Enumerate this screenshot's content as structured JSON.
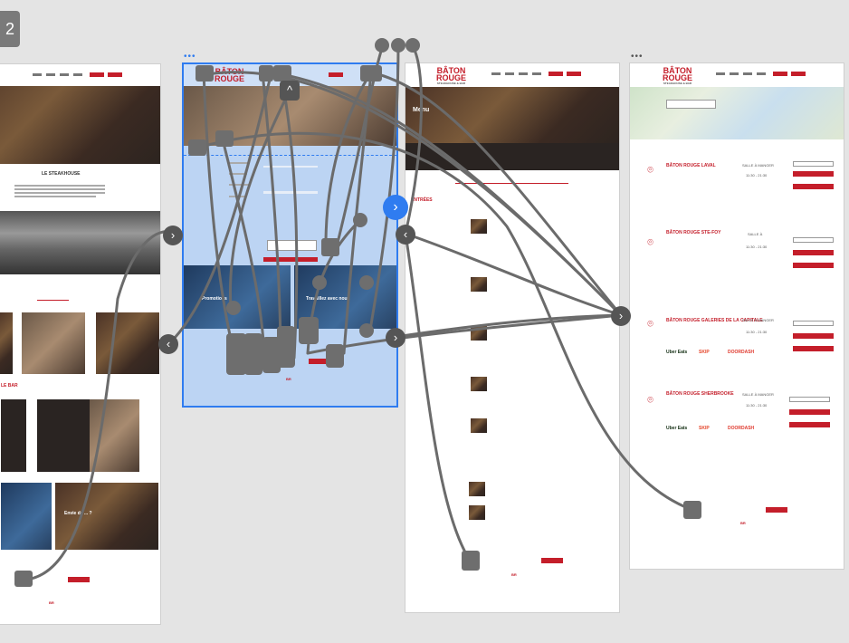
{
  "badge": {
    "label": "2"
  },
  "brand": {
    "name_line1": "BÂTON",
    "name_line2": "ROUGE",
    "tagline": "STEAKHOUSE & BAR",
    "red": "#c41e2a",
    "select_blue": "#2f7cf0"
  },
  "frame1": {
    "heading": "LE STEAKHOUSE",
    "section_bar": "LE BAR",
    "promo_heading": "Envie de ... ?"
  },
  "frame2": {
    "title_left": "Promotions",
    "title_right": "Travaillez avec nous"
  },
  "frame3": {
    "hero_title": "Menu",
    "section_title": "ENTRÉES"
  },
  "frame4": {
    "locations": [
      {
        "name": "BÂTON ROUGE LAVAL",
        "hours": "11:30 - 21:30",
        "room": "SALLE À MANGER"
      },
      {
        "name": "BÂTON ROUGE STE-FOY",
        "hours": "11:30 - 21:30",
        "room": "SALLE À"
      },
      {
        "name": "BÂTON ROUGE GALERIES DE LA CAPITALE",
        "hours": "11:30 - 21:30",
        "room": "SALLE À MANGER"
      },
      {
        "name": "BÂTON ROUGE SHERBROOKE",
        "hours": "11:30 - 21:30",
        "room": "SALLE À MANGER"
      }
    ],
    "delivery": {
      "ubereats": "Uber Eats",
      "skip": "SKIP",
      "doordash": "DOORDASH"
    }
  }
}
